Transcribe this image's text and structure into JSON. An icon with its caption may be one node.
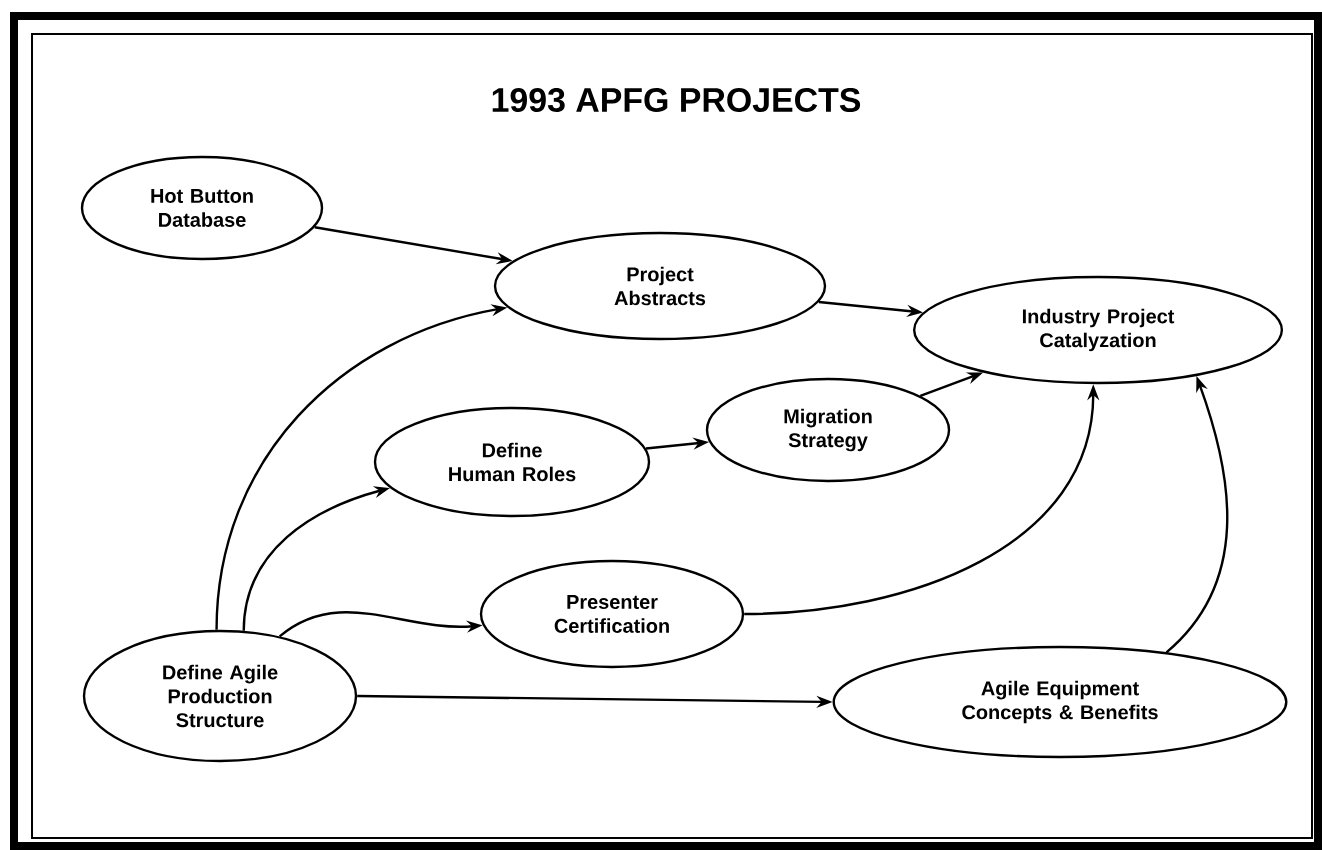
{
  "diagram": {
    "title": "1993 APFG PROJECTS",
    "nodes": [
      {
        "text": [
          "Hot Button Database"
        ]
      },
      {
        "text": [
          "Project Abstracts"
        ]
      },
      {
        "text": [
          "Industry Project Catalyzation"
        ]
      },
      {
        "text": [
          "Define Human Roles"
        ]
      },
      {
        "text": [
          "Migration Strategy"
        ]
      },
      {
        "text": [
          "Presenter Certification"
        ]
      },
      {
        "text": [
          "Define Agile Production Structure"
        ]
      },
      {
        "text": [
          "Agile Equipment Concepts & Benefits"
        ]
      }
    ],
    "edges": [
      {
        "from": 0,
        "to": 1,
        "arrow": "to"
      },
      {
        "from": 1,
        "to": 2,
        "arrow": "to"
      },
      {
        "from": 6,
        "to": 1,
        "arrow": "to"
      },
      {
        "from": 6,
        "to": 3,
        "arrow": "to"
      },
      {
        "from": 3,
        "to": 4,
        "arrow": "to"
      },
      {
        "from": 4,
        "to": 2,
        "arrow": "to"
      },
      {
        "from": 6,
        "to": 5,
        "arrow": "to"
      },
      {
        "from": 5,
        "to": 2,
        "arrow": "to"
      },
      {
        "from": 6,
        "to": 7,
        "arrow": "to"
      },
      {
        "from": 7,
        "to": 2,
        "arrow": "to"
      }
    ]
  }
}
